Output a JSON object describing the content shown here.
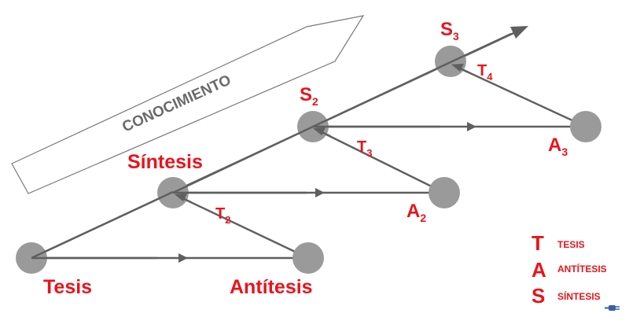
{
  "banner": {
    "text": "CONOCIMIENTO"
  },
  "labels": {
    "tesis": "Tesis",
    "antitesis": "Antítesis",
    "sintesis": "Síntesis",
    "s2": {
      "base": "S",
      "sub": "2"
    },
    "s3": {
      "base": "S",
      "sub": "3"
    },
    "a2": {
      "base": "A",
      "sub": "2"
    },
    "a3": {
      "base": "A",
      "sub": "3"
    },
    "t2": {
      "base": "T",
      "sub": "2"
    },
    "t3": {
      "base": "T",
      "sub": "3"
    },
    "t4": {
      "base": "T",
      "sub": "4"
    }
  },
  "legend": [
    {
      "letter": "T",
      "text": "TESIS"
    },
    {
      "letter": "A",
      "text": "ANTÍTESIS"
    },
    {
      "letter": "S",
      "text": "SÍNTESIS"
    }
  ],
  "colors": {
    "label_red": "#e8141b",
    "node_gray": "#9a9a9a",
    "line_gray": "#5f5f5f",
    "banner_stroke": "#7a7a7a",
    "banner_text": "#6a6a6a"
  },
  "icons": {
    "corner": "plug-icon"
  }
}
